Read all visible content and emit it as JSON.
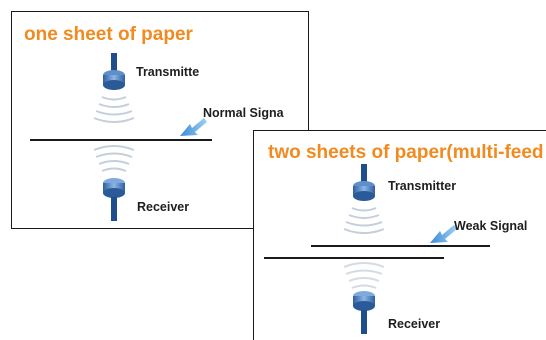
{
  "panel_single": {
    "title": "one sheet of paper",
    "transmitter_label": "Transmitte",
    "signal_label": "Normal Signa",
    "receiver_label": "Receiver"
  },
  "panel_double": {
    "title": "two sheets of paper(multi-feed",
    "transmitter_label": "Transmitter",
    "signal_label": "Weak Signal",
    "receiver_label": "Receiver"
  },
  "colors": {
    "title": "#f18a1f",
    "sensor": "#1f4e8c",
    "sensor_light": "#6f9fd6",
    "wave": "#b9c6d6",
    "arrow": "#3d8fd6",
    "paper": "#1a1a1a"
  }
}
